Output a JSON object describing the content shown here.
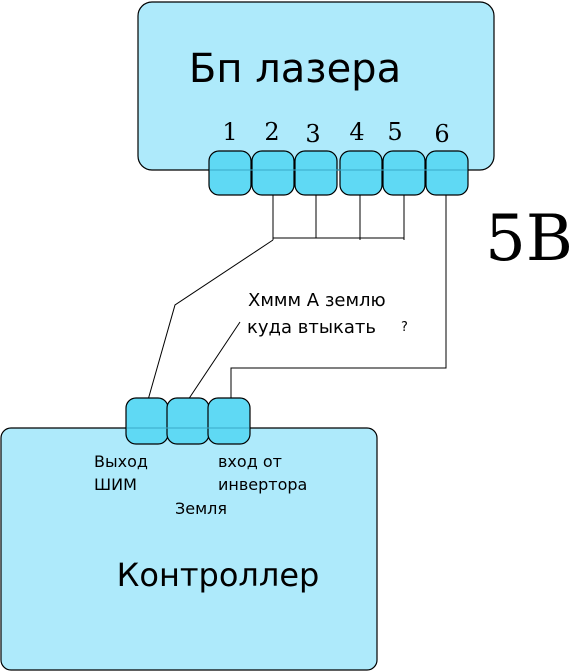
{
  "laser_psu": {
    "title": "Бп лазера",
    "pins": [
      "1",
      "2",
      "3",
      "4",
      "5",
      "6"
    ],
    "voltage": "5В"
  },
  "question": {
    "line1": "Хммм А землю",
    "line2": "куда втыкать",
    "mark": "?"
  },
  "controller": {
    "title": "Контроллер",
    "pwm_label_line1": "Выход",
    "pwm_label_line2": "ШИМ",
    "ground_label": "Земля",
    "inverter_label_line1": "вход от",
    "inverter_label_line2": "инвертора"
  }
}
